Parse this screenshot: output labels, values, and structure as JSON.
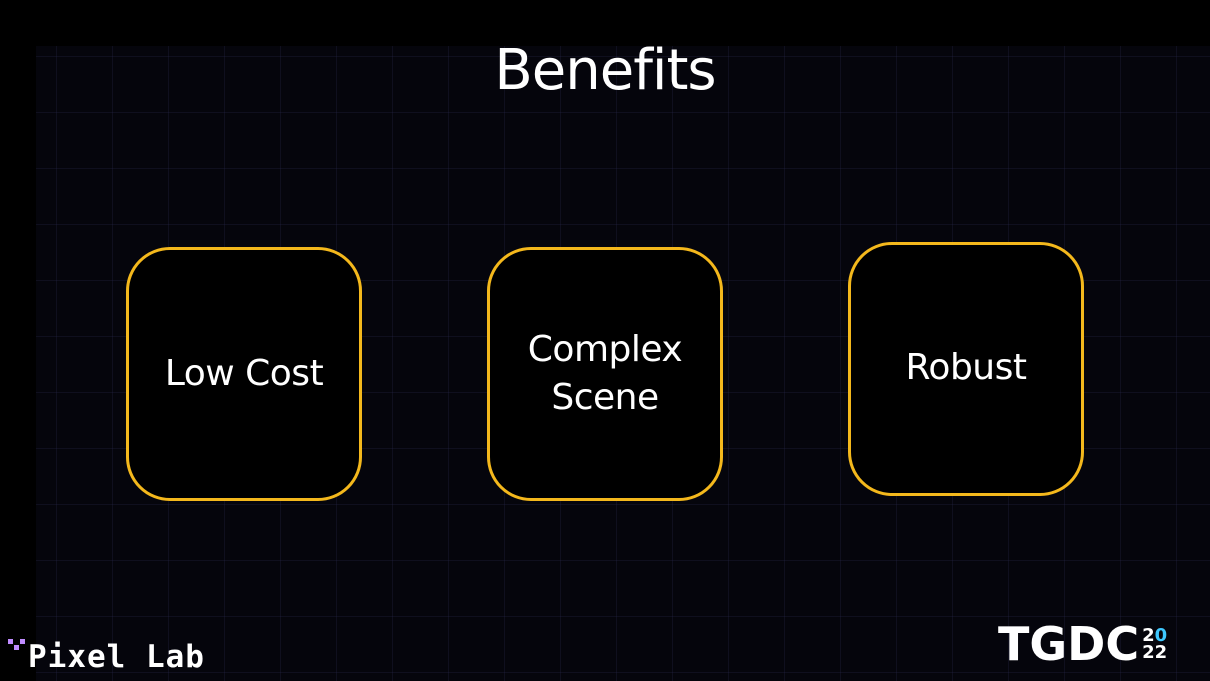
{
  "slide": {
    "title": "Benefits",
    "cards": [
      {
        "label": "Low Cost"
      },
      {
        "label": "Complex\nScene"
      },
      {
        "label": "Robust"
      }
    ]
  },
  "logos": {
    "left": {
      "text": "Pixel Lab",
      "icon": "pixel-dots-icon"
    },
    "right": {
      "text": "TGDC",
      "year_top_a": "2",
      "year_top_b": "0",
      "year_bottom": "22"
    }
  },
  "colors": {
    "background": "#05050c",
    "card_border": "#f4b81c",
    "card_fill": "#000000",
    "text": "#ffffff",
    "logo_accent": "#c08cff",
    "tgdc_accent": "#3ec8ff"
  }
}
